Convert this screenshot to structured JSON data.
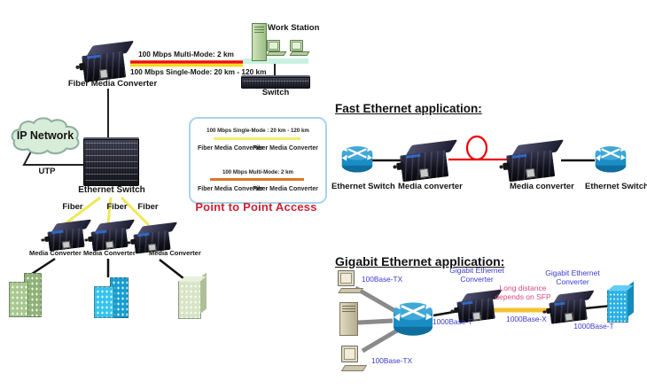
{
  "colors": {
    "multimode_line_red": "#ee1100",
    "singlemode_line_yellow": "#ffd900",
    "fiber_line_yellow": "#ece95a",
    "gigabit_fiber_yellow": "#f2c230",
    "fast_ethernet_fiber_red": "#ee0000",
    "caption_red": "#cc2233",
    "gigabit_label_blue": "#3b3bcc",
    "note_pink": "#d8487e",
    "p2p_box_border": "#a8d4ea"
  },
  "left_diagram": {
    "fiber_media_converter_label": "Fiber Media Converter",
    "multimode_link_label": "100 Mbps Multi-Mode: 2 km",
    "singlemode_link_label": "100 Mbps Single-Mode: 20 km - 120 km",
    "work_station_label": "Work Station",
    "switch_label": "Switch",
    "ip_network_label": "IP Network",
    "utp_label": "UTP",
    "ethernet_switch_label": "Ethernet Switch",
    "fiber_labels": [
      "Fiber",
      "Fiber",
      "Fiber"
    ],
    "media_converter_labels": [
      "Media Converter",
      "Media Converter",
      "Media Converter"
    ],
    "p2p_box": {
      "singlemode_label": "100 Mbps Single-Mode : 20 km - 120 km",
      "multimode_label": "100 Mbps Multi-Mode: 2 km",
      "converter_labels": [
        "Fiber Media Converter",
        "Fiber Media Converter",
        "Fiber Media Converter",
        "Fiber Media Converter"
      ],
      "caption": "Point to Point Access"
    }
  },
  "fast_ethernet": {
    "title": "Fast Ethernet application:",
    "switch_labels": [
      "Ethernet Switch",
      "Ethernet Switch"
    ],
    "converter_labels": [
      "Media converter",
      "Media converter"
    ]
  },
  "gigabit_ethernet": {
    "title": "Gigabit Ethernet application:",
    "pc_labels": [
      "100Base-TX",
      "100Base-TX"
    ],
    "converter_titles": [
      "Gigabit Ethernet Converter",
      "Gigabit Ethernet Converter"
    ],
    "note": "Long distance depends on SFP",
    "link_labels": {
      "left": "1000Base-T",
      "middle": "1000Base-X",
      "right": "1000Base-T"
    }
  }
}
